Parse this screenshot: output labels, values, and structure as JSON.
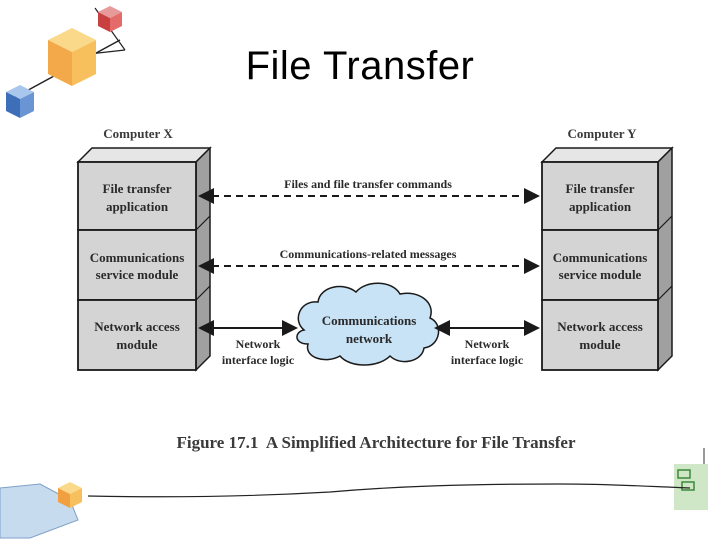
{
  "slide": {
    "title": "File Transfer"
  },
  "diagram": {
    "left_label": "Computer X",
    "right_label": "Computer Y",
    "layers": [
      {
        "line1": "File transfer",
        "line2": "application"
      },
      {
        "line1": "Communications",
        "line2": "service module"
      },
      {
        "line1": "Network access",
        "line2": "module"
      }
    ],
    "arrows": [
      {
        "label": "Files and file transfer commands"
      },
      {
        "label": "Communications-related messages"
      }
    ],
    "cloud": {
      "line1": "Communications",
      "line2": "network"
    },
    "net_left": {
      "line1": "Network",
      "line2": "interface logic"
    },
    "net_right": {
      "line1": "Network",
      "line2": "interface logic"
    },
    "caption": "Figure 17.1  A Simplified Architecture for File Transfer"
  },
  "colors": {
    "box_fill": "#d4d4d4",
    "box_side": "#a0a0a0",
    "box_top": "#e6e6e6",
    "stroke": "#1a1a1a",
    "cloud_fill": "#c8e2f6"
  },
  "decorations": {
    "icons": [
      "cube-cluster-icon",
      "hand-cube-icon",
      "green-block-icon"
    ]
  }
}
